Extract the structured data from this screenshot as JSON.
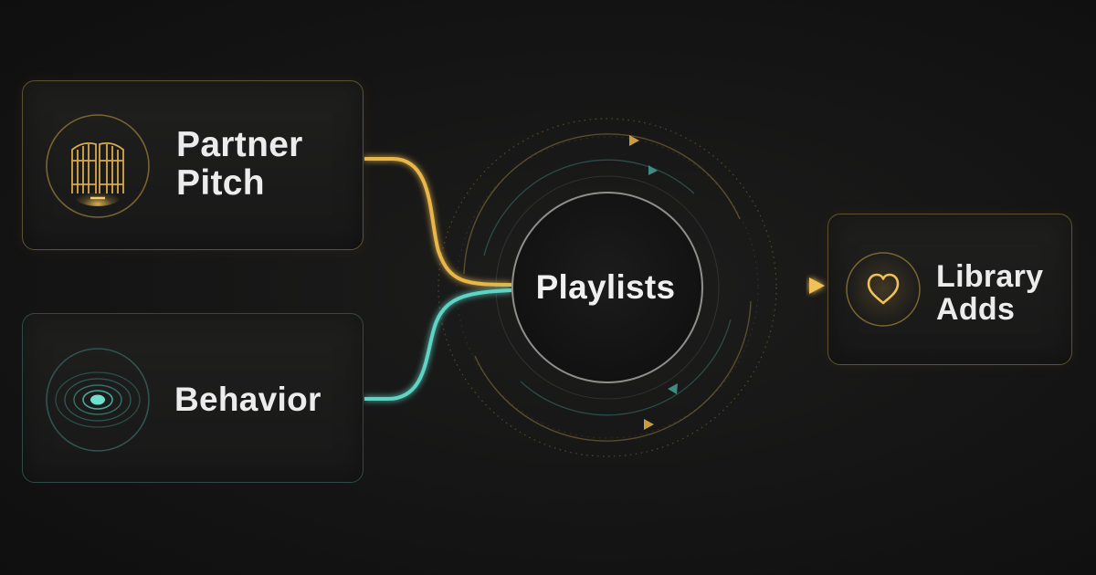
{
  "diagram": {
    "sources": [
      {
        "id": "partner-pitch",
        "lines": [
          "Partner",
          "Pitch"
        ],
        "icon": "gate-icon",
        "accent": "#e8b64a"
      },
      {
        "id": "behavior",
        "lines": [
          "Behavior"
        ],
        "icon": "ripple-icon",
        "accent": "#5fd3c4"
      }
    ],
    "hub": {
      "label": "Playlists"
    },
    "outcome": {
      "lines": [
        "Library",
        "Adds"
      ],
      "icon": "heart-icon",
      "accent": "#e8b64a"
    },
    "colors": {
      "gold": "#e8b64a",
      "teal": "#5fd3c4",
      "background": "#141414",
      "text": "#ececec"
    }
  }
}
